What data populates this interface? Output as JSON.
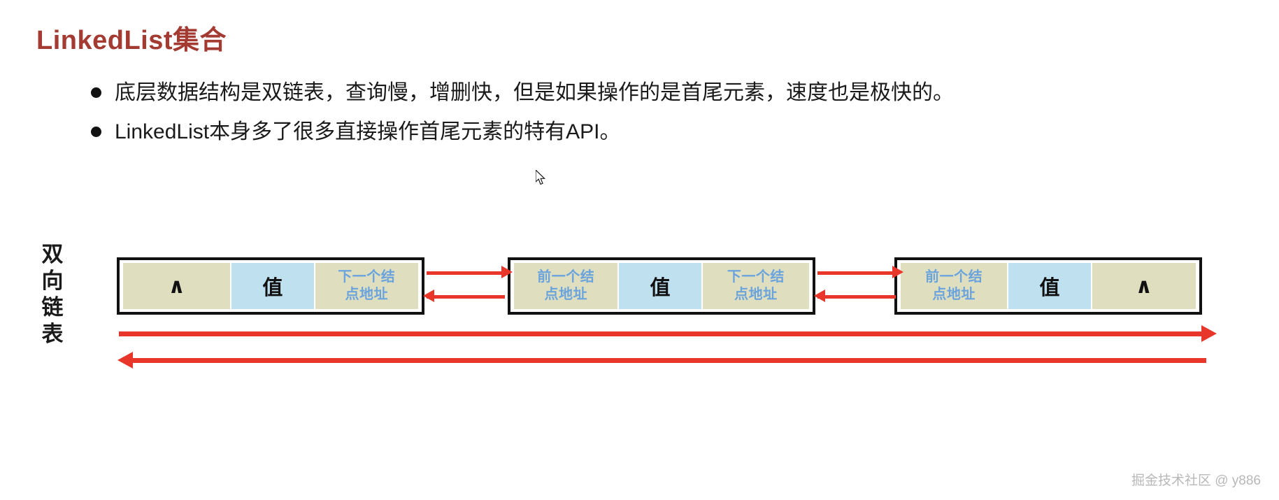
{
  "slide": {
    "title": "LinkedList集合",
    "title_color": "#a33b33",
    "bullets": [
      "底层数据结构是双链表，查询慢，增删快，但是如果操作的是首尾元素，速度也是极快的。",
      "LinkedList本身多了很多直接操作首尾元素的特有API。"
    ],
    "side_label_chars": [
      "双",
      "向",
      "链",
      "表"
    ],
    "watermark": "掘金技术社区 @ y886"
  },
  "diagram": {
    "caret_symbol": "∧",
    "value_label": "值",
    "prev_address_label": "前一个结\n点地址",
    "prev_address_line1": "前一个结",
    "prev_address_line2": "点地址",
    "next_address_line1": "下一个结",
    "next_address_line2": "点地址",
    "colors": {
      "address_cell": "#dfdfc0",
      "value_cell": "#bfe0ee",
      "address_text": "#6ba3dd",
      "arrow": "#e8362a",
      "border": "#111111"
    },
    "nodes": [
      {
        "id": "node1",
        "left_cell": "caret",
        "middle_cell": "value",
        "right_cell": "next-address"
      },
      {
        "id": "node2",
        "left_cell": "prev-address",
        "middle_cell": "value",
        "right_cell": "next-address"
      },
      {
        "id": "node3",
        "left_cell": "prev-address",
        "middle_cell": "value",
        "right_cell": "caret"
      }
    ]
  }
}
